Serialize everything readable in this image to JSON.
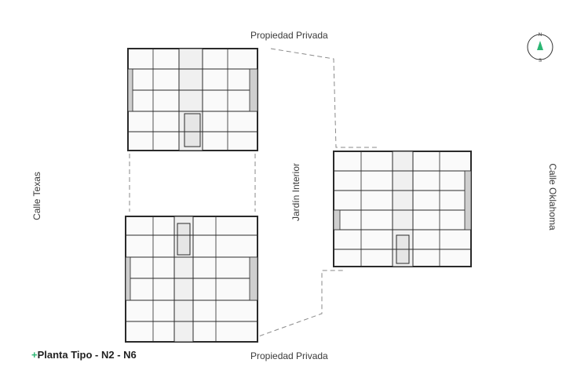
{
  "labels": {
    "top": "Propiedad Privada",
    "bottom": "Propiedad Privada",
    "left": "Calle Texas",
    "right": "Calle Oklahoma",
    "center": "Jardín Interior"
  },
  "title": {
    "plus": "+",
    "text": "Planta Tipo - N2 - N6"
  },
  "compass": {
    "north": "N",
    "south": "S",
    "accent_color": "#2bb673"
  },
  "colors": {
    "line": "#2a2a2a",
    "wall": "#444444",
    "dash": "#888888"
  }
}
